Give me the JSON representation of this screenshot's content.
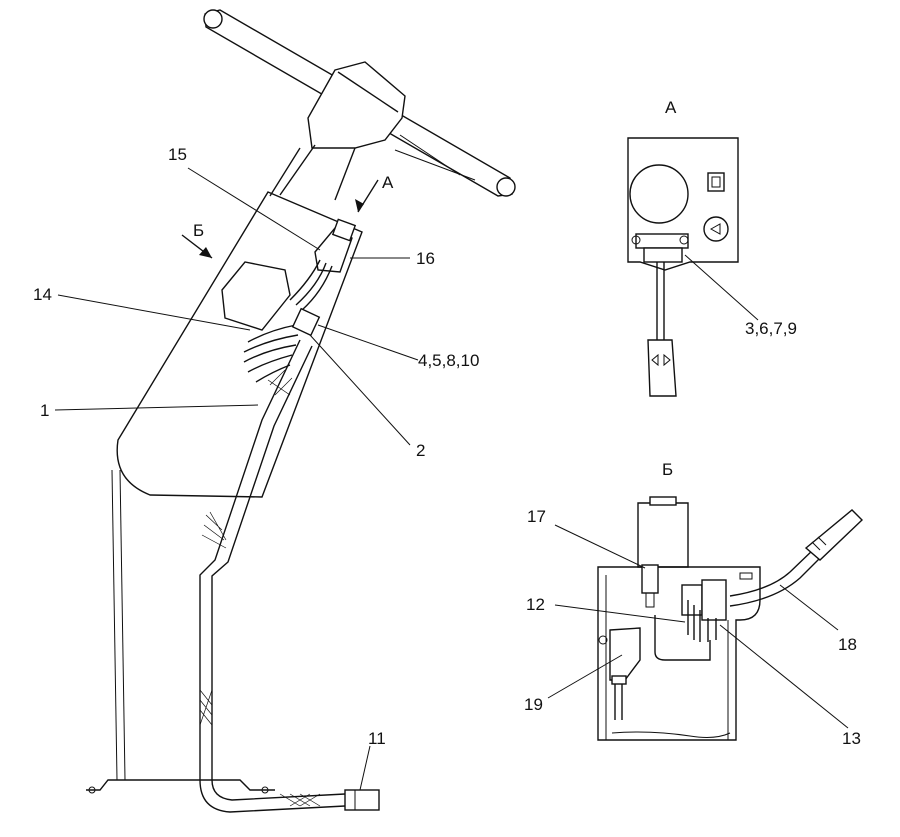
{
  "views": {
    "view_a_title": "А",
    "view_b_title": "Б"
  },
  "arrows": {
    "arrow_a": "А",
    "arrow_b": "Б"
  },
  "callouts": {
    "c1": "1",
    "c2": "2",
    "c11": "11",
    "c14": "14",
    "c15": "15",
    "c16": "16",
    "c4": "4,5,8,10",
    "c3": "3,6,7,9",
    "c12": "12",
    "c13": "13",
    "c17": "17",
    "c18": "18",
    "c19": "19"
  }
}
